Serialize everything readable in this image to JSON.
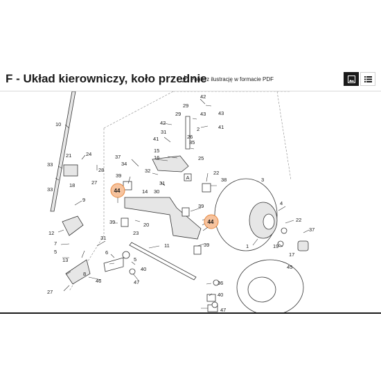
{
  "header": {
    "title": "F - Układ kierowniczy, koło przednie",
    "pdf_link_label": "Pobierz ilustrację w formacie PDF",
    "pdf_icon": "download-icon",
    "view_image_icon": "image-view-icon",
    "view_list_icon": "list-view-icon"
  },
  "colors": {
    "highlight_fill": "#f6c39e",
    "highlight_stroke": "#e8883f",
    "active_toggle": "#1a1a1a"
  },
  "diagram": {
    "highlighted_part": "44",
    "labels": {
      "p1": "1",
      "p2": "2",
      "p3": "3",
      "p4": "4",
      "p5": "5",
      "p6": "6",
      "p7": "7",
      "p8": "8",
      "p9": "9",
      "p10": "10",
      "p11": "11",
      "p12": "12",
      "p13": "13",
      "p14": "14",
      "p15": "15",
      "p16": "16",
      "p17": "17",
      "p18": "18",
      "p19": "19",
      "p20": "20",
      "p21": "21",
      "p22a": "22",
      "p22b": "22",
      "p23": "23",
      "p24": "24",
      "p25": "25",
      "p26": "26",
      "p27a": "27",
      "p27b": "27",
      "p28": "28",
      "p29a": "29",
      "p29b": "29",
      "p30": "30",
      "p31a": "31",
      "p31b": "31",
      "p32": "32",
      "p33a": "33",
      "p33b": "33",
      "p34": "34",
      "p35": "35",
      "p36": "36",
      "p37a": "37",
      "p37b": "37",
      "p38": "38",
      "p39a": "39",
      "p39b": "39",
      "p39c": "39",
      "p39d": "39",
      "p40a": "40",
      "p40b": "40",
      "p41a": "41",
      "p41b": "41",
      "p42a": "42",
      "p42b": "42",
      "p43a": "43",
      "p43b": "43",
      "p44a": "44",
      "p44b": "44",
      "p45": "45",
      "p46": "46",
      "p47a": "47",
      "p47b": "47",
      "pA": "A"
    }
  }
}
